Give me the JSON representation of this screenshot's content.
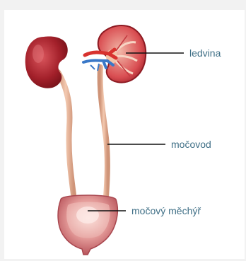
{
  "labels": {
    "kidney": "ledvina",
    "ureter": "močovod",
    "bladder": "močový měchýř"
  },
  "colors": {
    "background": "#f2f2f2",
    "card": "#ffffff",
    "label_text": "#3f6f86",
    "leader_line": "#111111",
    "kidney": "#a3202a",
    "ureter": "#e8b59a",
    "bladder": "#d8868a",
    "artery": "#d8322e",
    "vein": "#3a78c8"
  }
}
